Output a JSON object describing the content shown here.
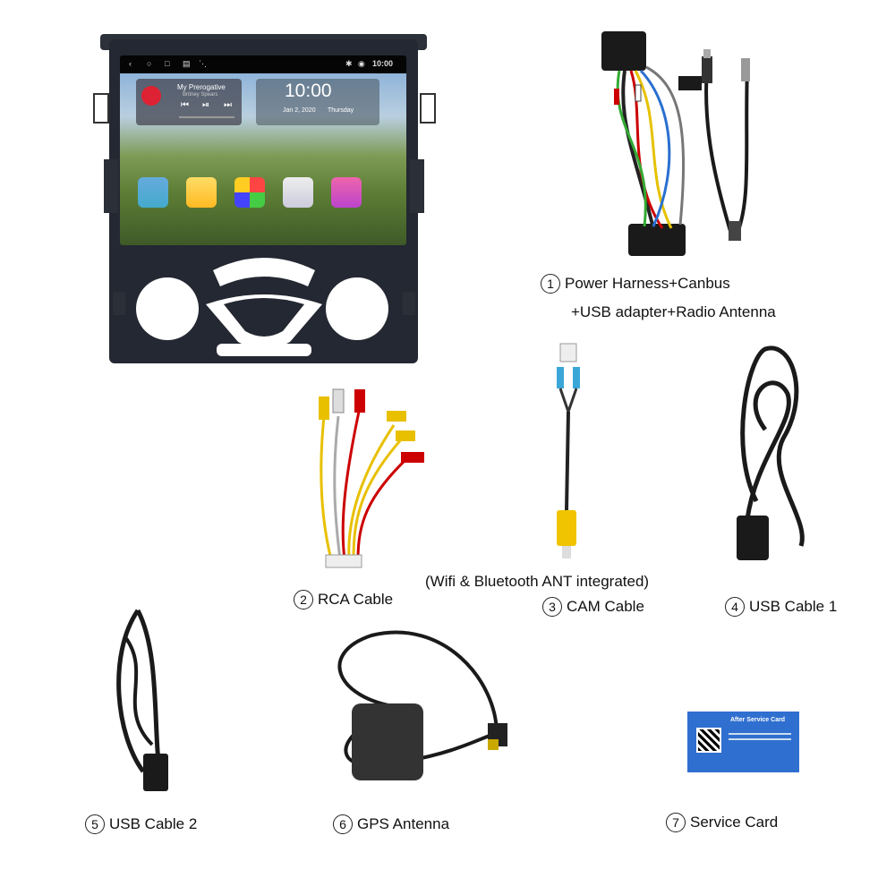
{
  "head_unit": {
    "status_time": "10:00",
    "music_widget": {
      "title": "My Prerogative",
      "artist": "Britney Spears"
    },
    "clock_widget": {
      "time": "10:00",
      "date": "Jan 2, 2020",
      "day": "Thursday"
    },
    "apps": [
      "navigation-icon",
      "settings-icon",
      "apps-icon",
      "bluetooth-icon",
      "music-icon"
    ]
  },
  "items": [
    {
      "number": "1",
      "label": "Power Harness+Canbus",
      "label_line2": "+USB adapter+Radio Antenna"
    },
    {
      "number": "2",
      "label": "RCA Cable"
    },
    {
      "number": "3",
      "label": "CAM Cable",
      "note": "(Wifi & Bluetooth ANT integrated)"
    },
    {
      "number": "4",
      "label": "USB Cable 1"
    },
    {
      "number": "5",
      "label": "USB Cable 2"
    },
    {
      "number": "6",
      "label": "GPS Antenna"
    },
    {
      "number": "7",
      "label": "Service Card"
    }
  ],
  "service_card": {
    "title": "After Service Card"
  },
  "colors": {
    "card_blue": "#2f6fd0",
    "bezel": "#242832",
    "cable": "#1a1a1a"
  }
}
